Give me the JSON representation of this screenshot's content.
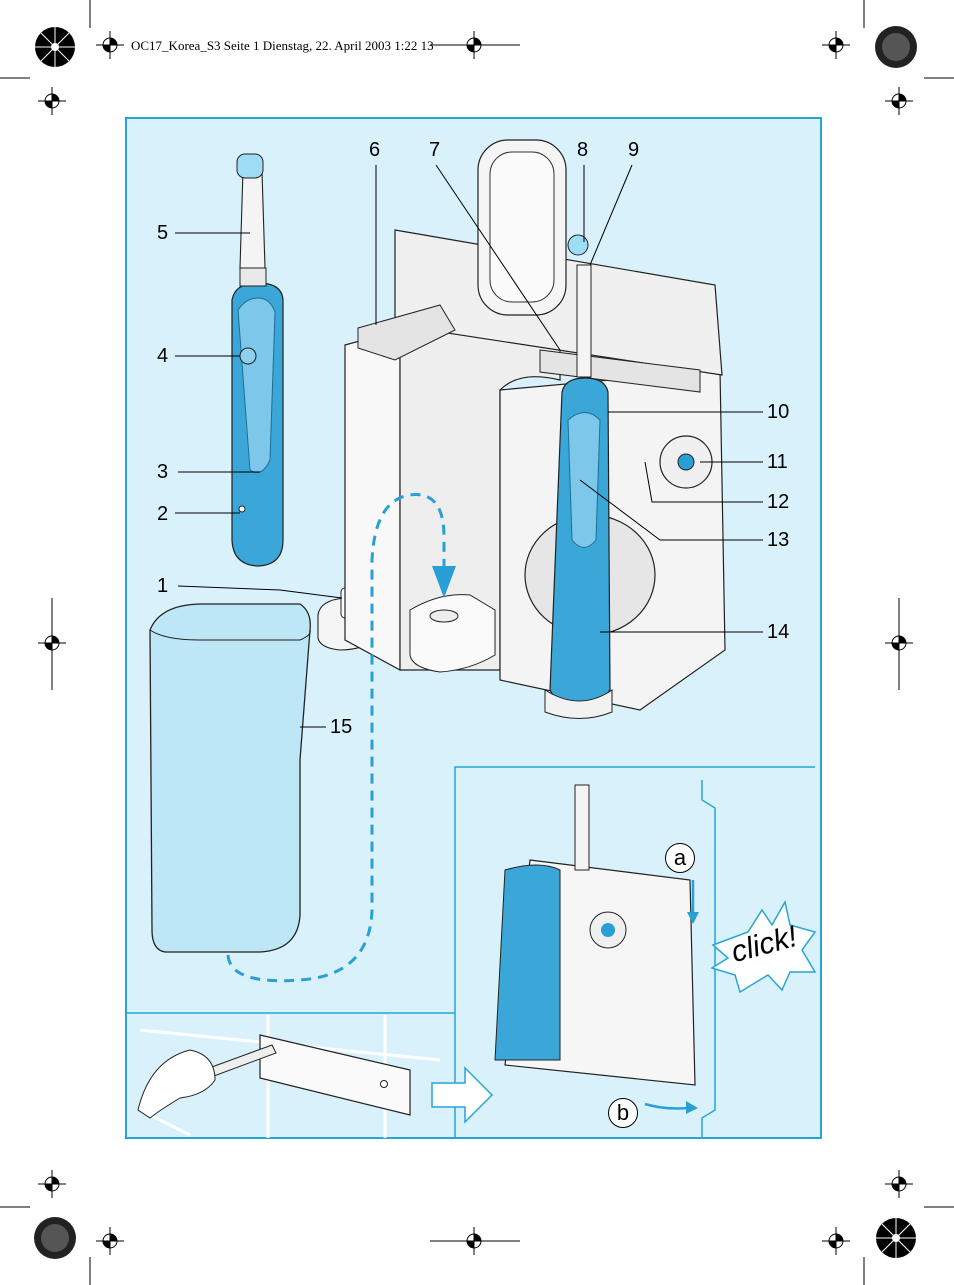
{
  "header": {
    "file_info": "OC17_Korea_S3  Seite 1  Dienstag, 22. April 2003  1:22 13"
  },
  "callouts": [
    "1",
    "2",
    "3",
    "4",
    "5",
    "6",
    "7",
    "8",
    "9",
    "10",
    "11",
    "12",
    "13",
    "14",
    "15"
  ],
  "inset": {
    "step_a": "a",
    "step_b": "b",
    "click_text": "click!"
  },
  "colors": {
    "panel_bg": "#d9f1fb",
    "panel_border": "#27a6d6",
    "brush_blue": "#3aa7d8",
    "tube_dash": "#2a9fd6"
  }
}
